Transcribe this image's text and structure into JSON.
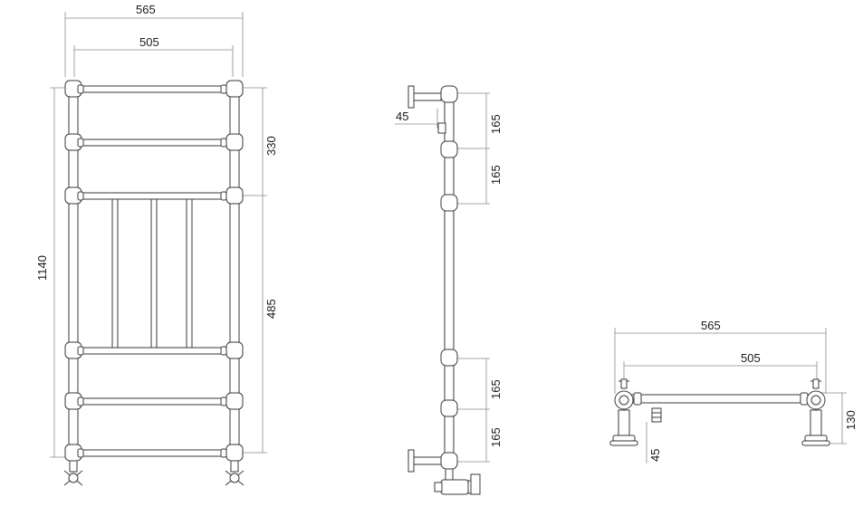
{
  "front_view": {
    "width_overall": "565",
    "width_centres": "505",
    "height_overall": "1140",
    "upper_spacing": "330",
    "panel_height": "485"
  },
  "side_view": {
    "wall_offset": "45",
    "spacing_1": "165",
    "spacing_2": "165",
    "spacing_3": "165",
    "spacing_4": "165"
  },
  "plan_view": {
    "width_overall": "565",
    "width_centres": "505",
    "height": "130",
    "offset": "45"
  }
}
